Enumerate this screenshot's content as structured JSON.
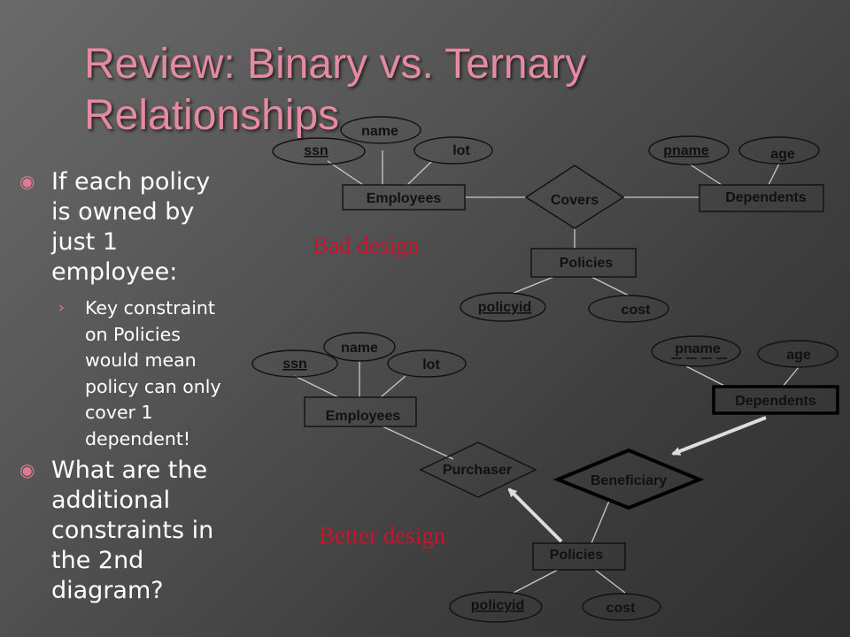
{
  "slide": {
    "title_line1": "Review: Binary vs. Ternary",
    "title_line2": "Relationships",
    "bullets": [
      {
        "lines": [
          "If each policy",
          "is owned by",
          "just 1",
          "employee:"
        ]
      },
      {
        "lines": [
          "What are the",
          "additional",
          "constraints in",
          "the 2nd",
          "diagram?"
        ]
      }
    ],
    "sub_bullet": {
      "lines": [
        "Key constraint",
        "on Policies",
        "would mean",
        "policy can only",
        "cover 1",
        "dependent!"
      ]
    },
    "bad_label": "Bad design",
    "better_label": "Better design",
    "colors": {
      "title": "#e58aa0",
      "bullet_marker": "#e07a94",
      "design_label": "#c5162b",
      "arrow": "#dddddd"
    }
  },
  "diagram1": {
    "entities": {
      "employees": "Employees",
      "dependents": "Dependents",
      "policies": "Policies"
    },
    "relationship": "Covers",
    "attributes": {
      "ssn": "ssn",
      "name": "name",
      "lot": "lot",
      "pname": "pname",
      "age": "age",
      "policyid": "policyid",
      "cost": "cost"
    }
  },
  "diagram2": {
    "entities": {
      "employees": "Employees",
      "dependents": "Dependents",
      "policies": "Policies"
    },
    "relationships": {
      "purchaser": "Purchaser",
      "beneficiary": "Beneficiary"
    },
    "attributes": {
      "ssn": "ssn",
      "name": "name",
      "lot": "lot",
      "pname": "pname",
      "age": "age",
      "policyid": "policyid",
      "cost": "cost"
    }
  }
}
